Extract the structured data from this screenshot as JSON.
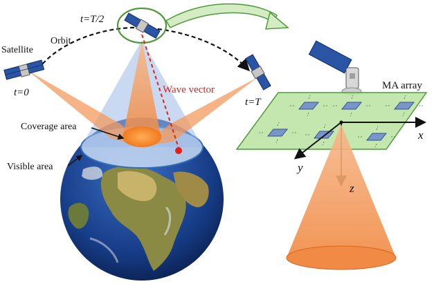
{
  "labels": {
    "t_half": "t=T/2",
    "orbit": "Orbit",
    "satellite": "Satellite",
    "t_zero": "t=0",
    "t_end": "t=T",
    "wave_vector": "Wave vector",
    "coverage_area": "Coverage area",
    "visible_area": "Visible area",
    "ma_array": "MA array",
    "axis_x": "x",
    "axis_y": "y",
    "axis_z": "z"
  },
  "colors": {
    "beam_orange": "#f39a5c",
    "coverage_core": "#f7821e",
    "visible_disc": "#c9dcf5",
    "visible_edge": "#2f6fb6",
    "wave_vector": "#e0201a",
    "array_plane": "#b8e3a0",
    "array_plane_edge": "#4e9a3a",
    "element_blue": "#7a95c9",
    "highlight_circle": "#4e9a3a",
    "ocean": "#1c3f8c",
    "land": "#7a8a3e"
  }
}
